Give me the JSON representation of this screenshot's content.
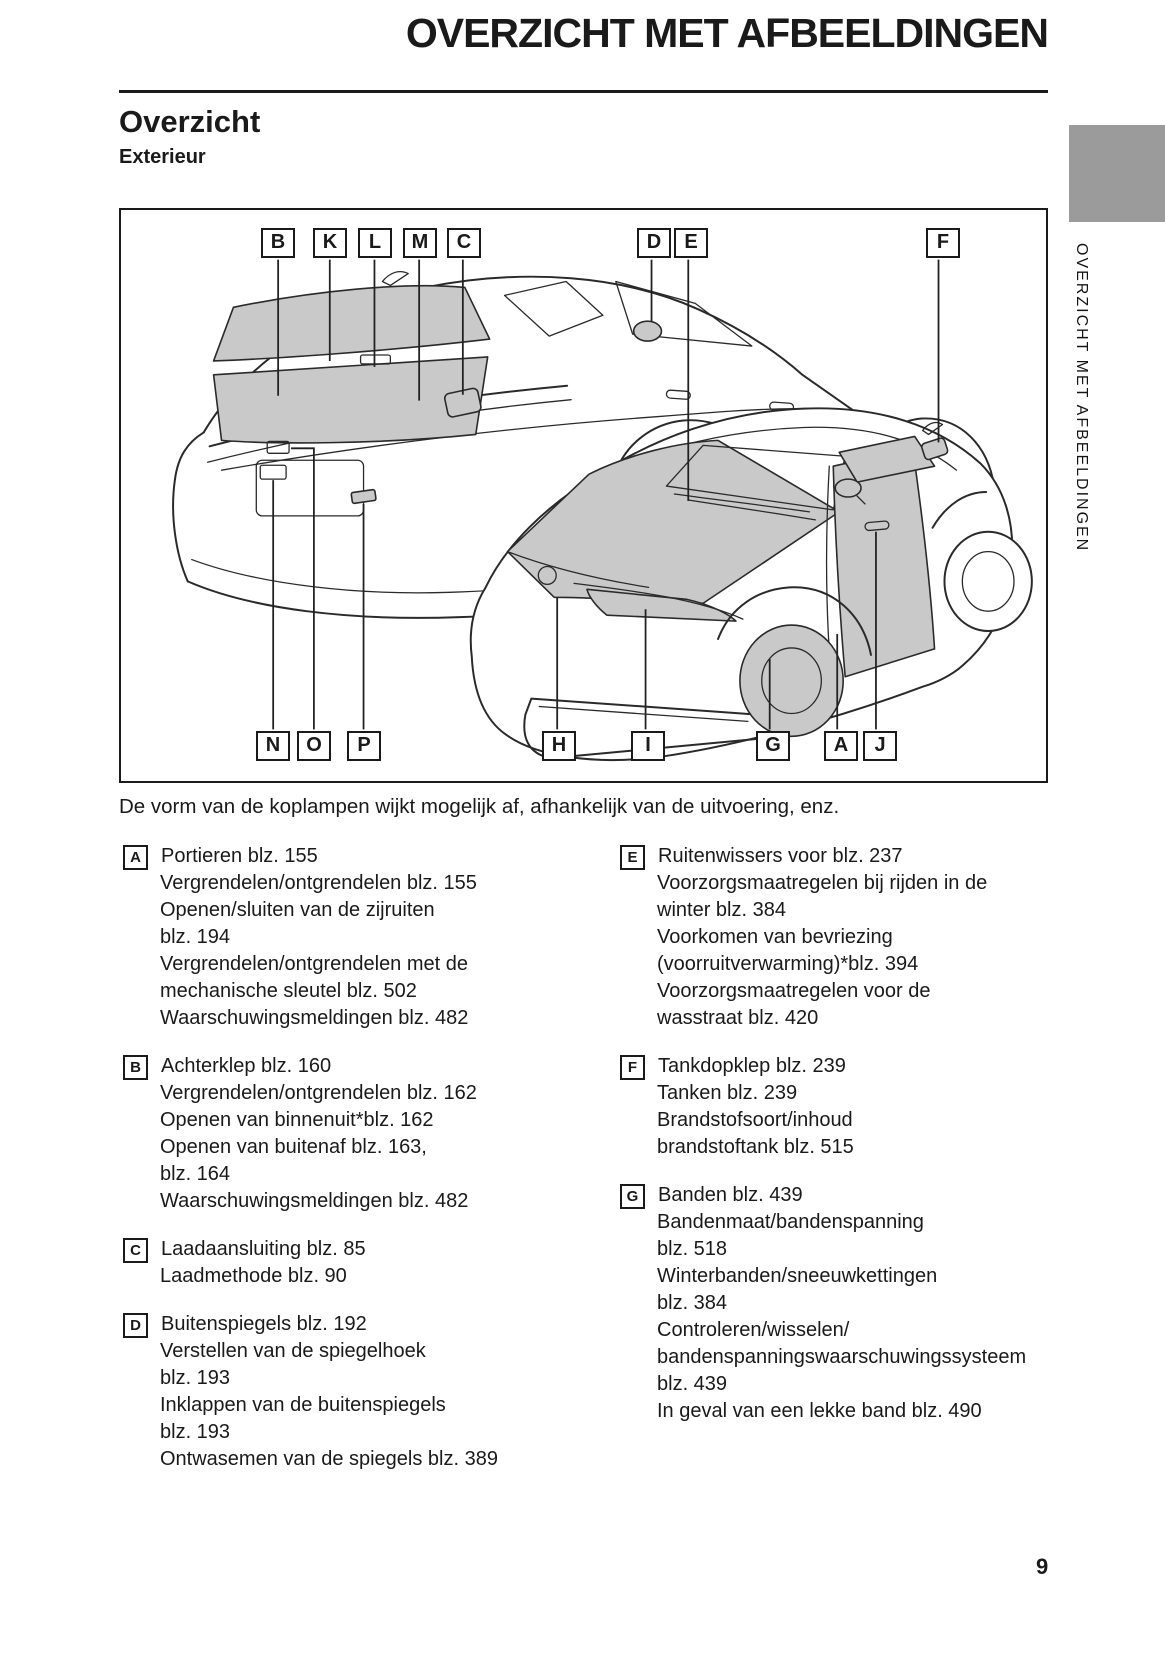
{
  "page": {
    "title": "OVERZICHT MET AFBEELDINGEN",
    "section_title": "Overzicht",
    "section_subtitle": "Exterieur",
    "sidebar_vertical_text": "OVERZICHT MET AFBEELDINGEN",
    "note": "De vorm van de koplampen wijkt mogelijk af, afhankelijk van de uitvoering, enz.",
    "page_number": "9"
  },
  "colors": {
    "ink": "#1a1a1a",
    "tab_gray": "#9b9b9b",
    "illustration_gray": "#c9c9c9"
  },
  "diagram": {
    "top_labels": [
      "B",
      "K",
      "L",
      "M",
      "C",
      "D",
      "E",
      "F"
    ],
    "bottom_labels": [
      "N",
      "O",
      "P",
      "H",
      "I",
      "G",
      "A",
      "J"
    ]
  },
  "legend": {
    "left": [
      {
        "letter": "A",
        "lines": [
          "Portieren blz. 155",
          "Vergrendelen/ontgrendelen blz. 155",
          "Openen/sluiten van de zijruiten",
          "blz. 194",
          "Vergrendelen/ontgrendelen met de",
          "mechanische sleutel blz. 502",
          "Waarschuwingsmeldingen blz. 482"
        ]
      },
      {
        "letter": "B",
        "lines": [
          "Achterklep blz. 160",
          "Vergrendelen/ontgrendelen blz. 162",
          "Openen van binnenuit*blz. 162",
          "Openen van buitenaf blz. 163,",
          "blz. 164",
          "Waarschuwingsmeldingen blz. 482"
        ]
      },
      {
        "letter": "C",
        "lines": [
          "Laadaansluiting blz. 85",
          "Laadmethode blz. 90"
        ]
      },
      {
        "letter": "D",
        "lines": [
          "Buitenspiegels blz. 192",
          "Verstellen van de spiegelhoek",
          "blz. 193",
          "Inklappen van de buitenspiegels",
          "blz. 193",
          "Ontwasemen van de spiegels blz. 389"
        ]
      }
    ],
    "right": [
      {
        "letter": "E",
        "lines": [
          "Ruitenwissers voor blz. 237",
          "Voorzorgsmaatregelen bij rijden in de",
          "winter blz. 384",
          "Voorkomen van bevriezing",
          "(voorruitverwarming)*blz. 394",
          "Voorzorgsmaatregelen voor de",
          "wasstraat blz. 420"
        ]
      },
      {
        "letter": "F",
        "lines": [
          "Tankdopklep blz. 239",
          "Tanken blz. 239",
          "Brandstofsoort/inhoud",
          "brandstoftank blz. 515"
        ]
      },
      {
        "letter": "G",
        "lines": [
          "Banden blz. 439",
          "Bandenmaat/bandenspanning",
          "blz. 518",
          "Winterbanden/sneeuwkettingen",
          "blz. 384",
          "Controleren/wisselen/",
          "bandenspanningswaarschuwingssysteem",
          "blz. 439",
          "In geval van een lekke band blz. 490"
        ]
      }
    ]
  }
}
